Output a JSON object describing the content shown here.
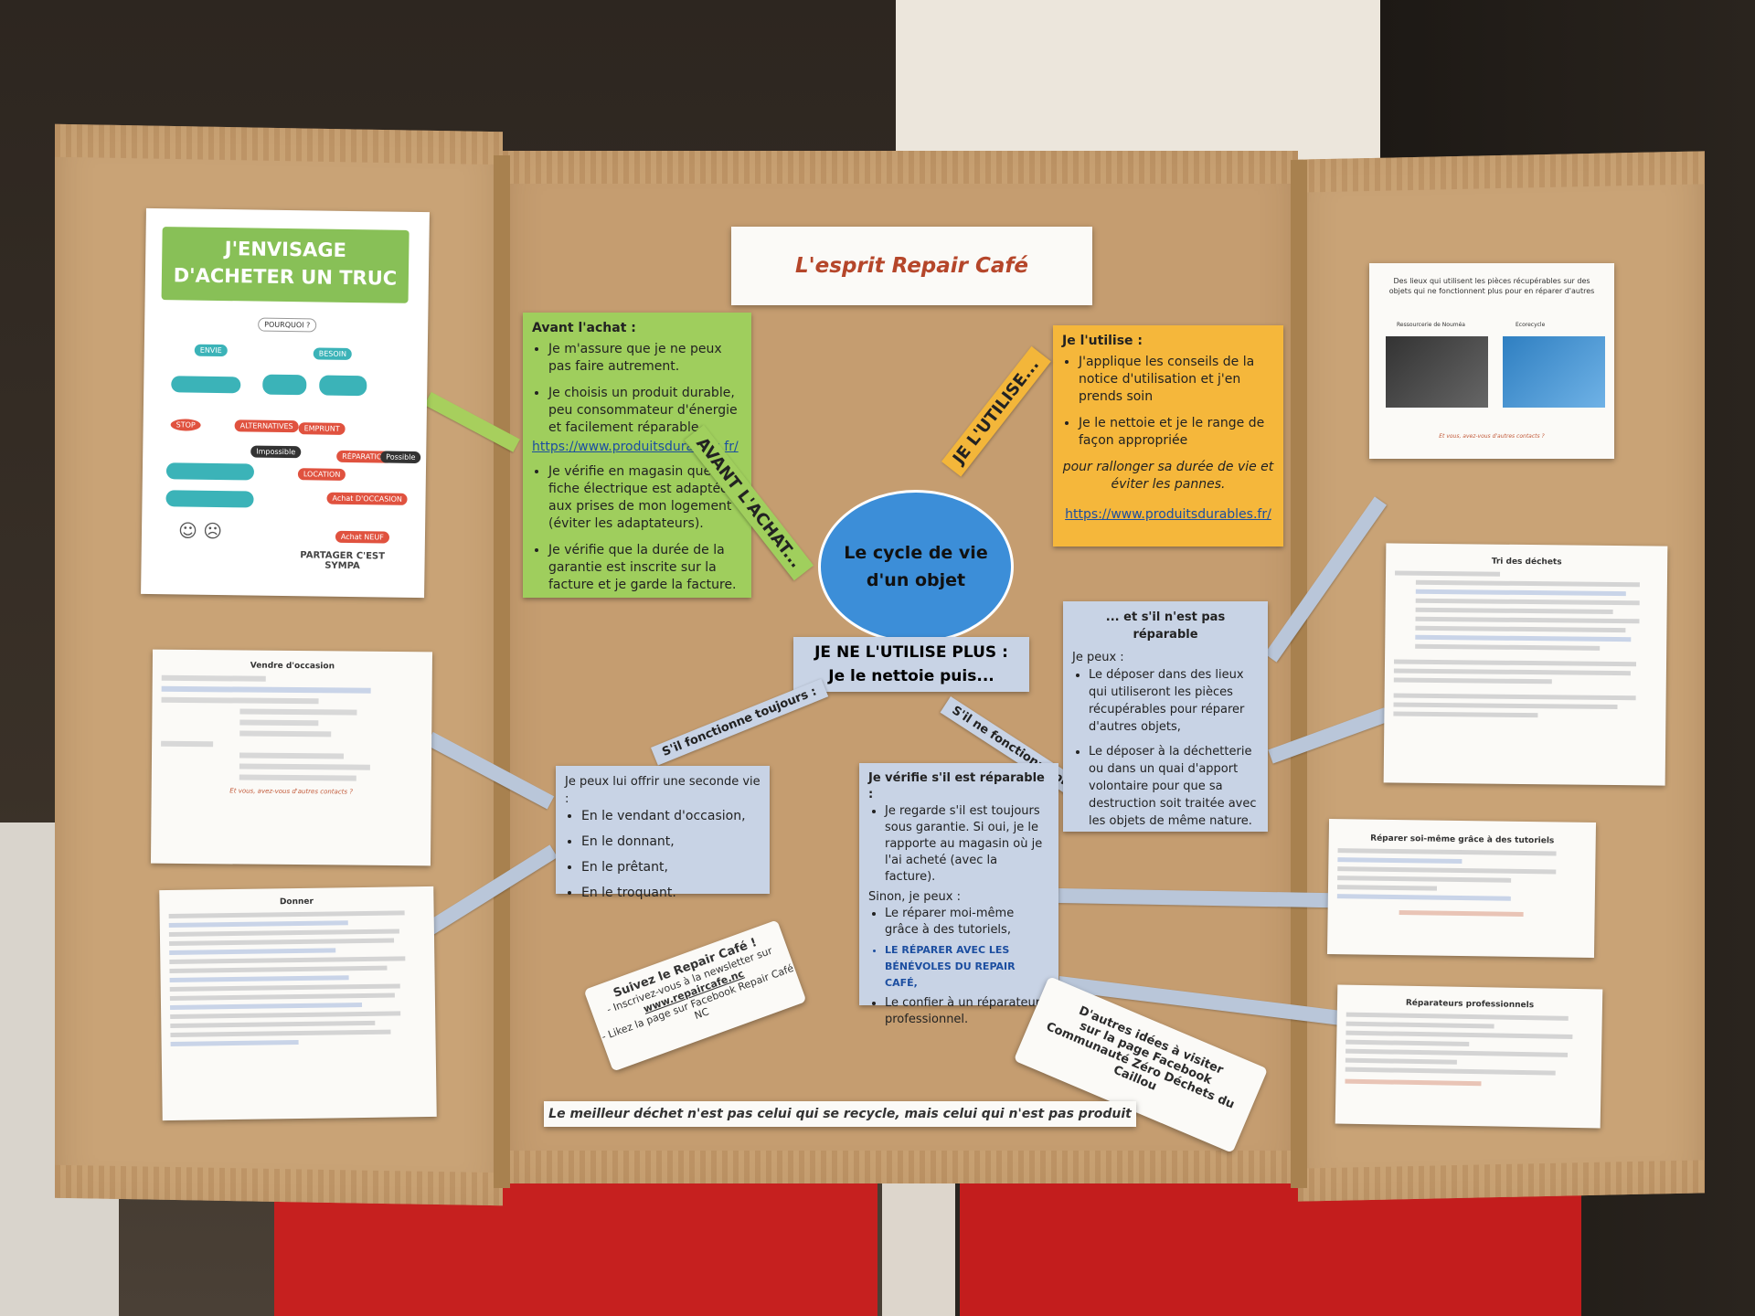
{
  "poster": {
    "headline": "J'ENVISAGE D'ACHETER UN TRUC",
    "nodes": [
      "POURQUOI ?",
      "ENVIE",
      "BESOIN",
      "STOP",
      "ALTERNATIVES",
      "EMPRUNT",
      "RÉPARATION",
      "LOCATION",
      "Achat D'OCCASION",
      "Achat NEUF",
      "Impossible",
      "Possible"
    ],
    "footer": "PARTAGER C'EST SYMPA"
  },
  "board": {
    "title": "L'esprit Repair Café",
    "center": "Le cycle de vie d'un objet",
    "ribbon_avant": "AVANT L'ACHAT...",
    "ribbon_utilise": "JE L'UTILISE...",
    "ne_utilise_line1": "JE NE L'UTILISE PLUS :",
    "ne_utilise_line2": "Je le nettoie puis...",
    "ribbon_fonctionne": "S'il fonctionne toujours :",
    "ribbon_ne_fonctionne": "S'il ne fonctionne plus :",
    "quote": "Le meilleur déchet n'est pas celui qui se recycle,  mais celui qui n'est pas produit ...."
  },
  "avant": {
    "heading": "Avant l'achat :",
    "items": [
      "Je m'assure que je ne peux pas faire autrement.",
      "Je choisis un produit durable, peu consommateur d'énergie et facilement réparable.",
      "Je vérifie en magasin que la fiche électrique est adaptée aux prises de mon logement (éviter les adaptateurs).",
      "Je vérifie que la durée de la garantie est inscrite sur la facture et je garde la facture."
    ],
    "link": "https://www.produitsdurables.fr/"
  },
  "utilise": {
    "heading": "Je l'utilise :",
    "items": [
      "J'applique les conseils de la notice d'utilisation et j'en prends soin",
      "Je le nettoie et je le range de façon appropriée"
    ],
    "tagline": "pour rallonger sa durée de vie et éviter les pannes.",
    "link": "https://www.produitsdurables.fr/"
  },
  "seconde": {
    "heading": "Je peux lui offrir une seconde vie :",
    "items": [
      "En le vendant d'occasion,",
      "En le donnant,",
      "En le prêtant,",
      "En le troquant."
    ]
  },
  "verifie": {
    "heading": "Je vérifie s'il est réparable :",
    "item1": "Je regarde s'il est toujours sous garantie. Si oui, je le rapporte au magasin où je l'ai acheté (avec la facture).",
    "sinon": "Sinon, je peux :",
    "item2": "Le réparer moi-même grâce à des tutoriels,",
    "item3": "LE RÉPARER AVEC LES BÉNÉVOLES DU REPAIR CAFÉ,",
    "item4": "Le confier à un réparateur professionnel."
  },
  "reparable": {
    "heading": "... et s'il n'est pas réparable",
    "intro": "Je peux :",
    "items": [
      "Le déposer dans des lieux qui utiliseront les pièces récupérables pour réparer d'autres objets,",
      "Le déposer à la déchetterie ou dans un quai d'apport volontaire pour que sa destruction soit traitée avec les objets de même nature."
    ]
  },
  "scroll_repair": {
    "line1": "Suivez le Repair Café !",
    "line2": "- Inscrivez-vous à la newsletter sur",
    "line3": "www.repaircafe.nc",
    "line4": "- Likez la page sur Facebook Repair Café NC"
  },
  "scroll_idees": {
    "line1": "D'autres idées à visiter",
    "line2": "sur la page Facebook",
    "line3": "Communauté Zéro Déchets du Caillou"
  },
  "sheets": {
    "vendre": {
      "title": "Vendre d'occasion",
      "footer": "Et vous, avez-vous d'autres contacts ?"
    },
    "donner": {
      "title": "Donner"
    },
    "lieux": {
      "title": "Des lieux qui utilisent les pièces récupérables sur des objets qui ne fonctionnent plus pour en réparer d'autres",
      "col1": "Ressourcerie de Nouméa",
      "col2": "Ecorecycle",
      "footer": "Et vous, avez-vous d'autres contacts ?"
    },
    "tri": {
      "title": "Tri des déchets"
    },
    "tuto": {
      "title": "Réparer soi-même grâce à des tutoriels"
    },
    "pros": {
      "title": "Réparateurs professionnels"
    }
  },
  "colors": {
    "green_note": "#9fce5d",
    "yellow_note": "#f5b73b",
    "blue_note": "#c8d3e5",
    "center_circle": "#3c8ed8",
    "title_text": "#b5462a",
    "cardboard": "#c59d70"
  }
}
